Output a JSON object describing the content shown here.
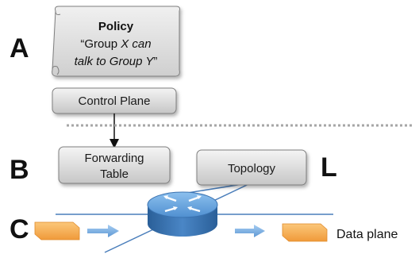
{
  "labels": {
    "a": "A",
    "b": "B",
    "c": "C",
    "l": "L"
  },
  "policy": {
    "title": "Policy",
    "line1_prefix": "“Group ",
    "line1_italic": "X can",
    "line2_italic": "talk to Group Y",
    "line2_suffix": "”"
  },
  "boxes": {
    "control_plane": "Control Plane",
    "forwarding_table_line1": "Forwarding",
    "forwarding_table_line2": "Table",
    "topology": "Topology"
  },
  "data_plane_label": "Data plane",
  "colors": {
    "box_fill_top": "#f2f2f2",
    "box_fill_bottom": "#c8c8c8",
    "box_stroke": "#7f7f7f",
    "router_top": "#5e9bd8",
    "router_side": "#2f6aa8",
    "link_line": "#4a7ebb",
    "arrow_fill": "#7aaee0",
    "packet_fill": "#f7b25a",
    "dotted_line": "#a6a6a6"
  },
  "icons": {
    "router": "router-icon",
    "packet": "packet-icon",
    "scroll": "scroll-icon"
  }
}
